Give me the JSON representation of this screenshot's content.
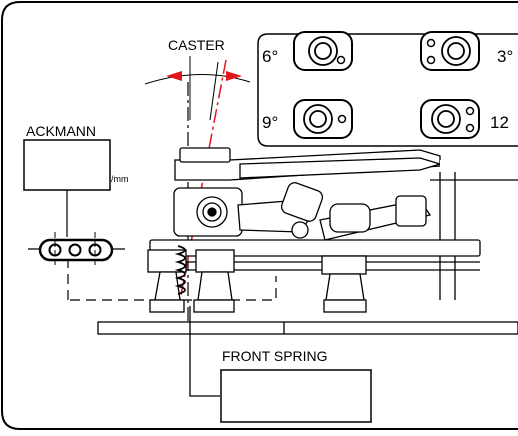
{
  "labels": {
    "caster": "CASTER",
    "ackmann": "ACKMANN",
    "ackmann_unit": "/mm",
    "front_spring": "FRONT SPRING"
  },
  "caster_options": {
    "top_left": "6°",
    "top_right": "3°",
    "bottom_left": "9°",
    "bottom_right": "12"
  },
  "input_boxes": {
    "ackmann_value": "",
    "front_spring_value": ""
  },
  "colors": {
    "line": "#000000",
    "accent": "#e0161b"
  }
}
